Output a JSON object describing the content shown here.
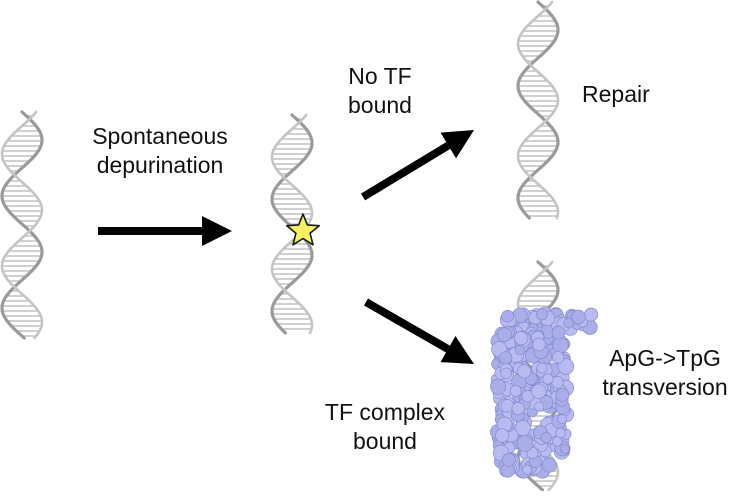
{
  "labels": {
    "step1_line1": "Spontaneous",
    "step1_line2": "depurination",
    "upper_branch_line1": "No TF",
    "upper_branch_line2": "bound",
    "upper_outcome": "Repair",
    "lower_branch_line1": "TF complex",
    "lower_branch_line2": "bound",
    "lower_outcome_line1": "ApG->TpG",
    "lower_outcome_line2": "transversion"
  },
  "colors": {
    "dna_strand": "#9a9a9a",
    "dna_rung": "#b5b5b5",
    "arrow": "#000000",
    "lesion_star": "#f7f060",
    "protein": "#a9aee8",
    "protein_dark": "#7d84cc"
  },
  "icons": {
    "lesion": "star-icon",
    "protein": "transcription-factor-complex"
  }
}
